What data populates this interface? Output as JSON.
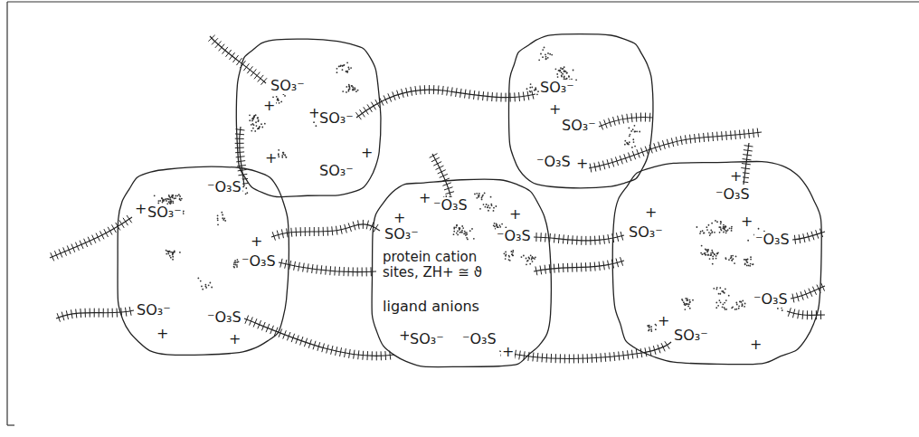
{
  "diagram": {
    "nodes": [
      {
        "text": [
          "SO₃⁻",
          "+",
          "+",
          "SO₃⁻",
          "+",
          "+",
          "SO₃⁻"
        ]
      },
      {
        "text": [
          "SO₃⁻",
          "+",
          "SO₃⁻",
          "⁻O₃S",
          "+"
        ]
      },
      {
        "text": [
          "⁻O₃S",
          "+",
          "SO₃⁻",
          "+",
          "⁻O₃S",
          "SO₃⁻",
          "⁻O₃S",
          "+",
          "+"
        ]
      },
      {
        "text": [
          "+",
          "⁻O₃S",
          "+",
          "+",
          "SO₃⁻",
          "⁻O₃S",
          "protein cation sites, ZH+ ≅ ϑ",
          "ligand anions",
          "+",
          "SO₃⁻",
          "⁻O₃S",
          "+"
        ]
      },
      {
        "text": [
          "+",
          "⁻O₃S",
          "+",
          "+",
          "SO₃⁻",
          "⁻O₃S",
          "⁻O₃S",
          "+",
          "SO₃⁻",
          "+"
        ]
      }
    ]
  }
}
